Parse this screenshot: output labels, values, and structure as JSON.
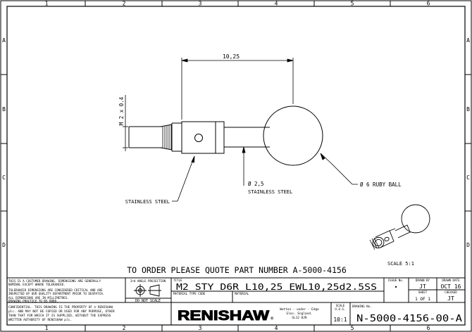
{
  "border": {
    "columns": [
      "1",
      "2",
      "3",
      "4",
      "5",
      "6"
    ],
    "rows": [
      "A",
      "B",
      "C",
      "D"
    ]
  },
  "annotations": {
    "length_dim": "10,25",
    "thread": "M 2 x 0.4",
    "stem_dia": "Ø 2,5",
    "stem_material": "STAINLESS STEEL",
    "body_material": "STAINLESS STEEL",
    "ball": "Ø 6 RUBY BALL",
    "scale_note": "SCALE 5:1"
  },
  "order_note": "TO ORDER PLEASE QUOTE PART NUMBER A-5000-4156",
  "title_block": {
    "note1": "THIS IS A CUSTOMER DRAWING. DIMENSIONS ARE GENERALLY NOMINAL EXCEPT WHERE TOLERANCED.",
    "note2": "TOLERANCED DIMENSIONS ARE CONSIDERED CRITICAL AND ARE INSPECTED BY OUR QUALITY DEPARTMENT PRIOR TO DESPATCH.",
    "note3": "ALL DIMENSIONS ARE IN MILLIMETRES. DRAWING PRACTICE TO BS 8888.",
    "projection_label": "3rd ANGLE PROJECTION",
    "do_not_scale": "DO NOT SCALE",
    "confidential": "CONFIDENTIAL. THIS DRAWING IS THE PROPERTY OF © RENISHAW plc. AND MAY NOT BE COPIED OR USED FOR ANY PURPOSE, OTHER THAN THAT FOR WHICH IT IS SUPPLIED, WITHOUT THE EXPRESS WRITTEN AUTHORITY OF RENISHAW plc.",
    "title_label": "TITLE",
    "title": "M2 STY D6R L10,25 EWL10,25d2.5SS",
    "material_type_label": "MATERIAL TYPE CODE",
    "material_label": "MATERIAL",
    "issue_label": "ISSUE No.",
    "issue_value": "•",
    "drawn_by_label": "DRAWN BY",
    "drawn_by": "JT",
    "drawn_date_label": "DRAWN DATE",
    "drawn_date": "OCT 16",
    "sheet_label": "SHEET",
    "sheet_value": "1 OF 1",
    "checked_label": "CHECKED",
    "checked_value": "JT",
    "logo": "RENISHAW",
    "address": "Wotton - under - Edge, Glos. England. GL12 8JR",
    "scale_label": "SCALE U.O.S.",
    "scale_value": "10:1",
    "drawing_no_label": "DRAWING No.",
    "drawing_no": "N-5000-4156-00-A"
  }
}
